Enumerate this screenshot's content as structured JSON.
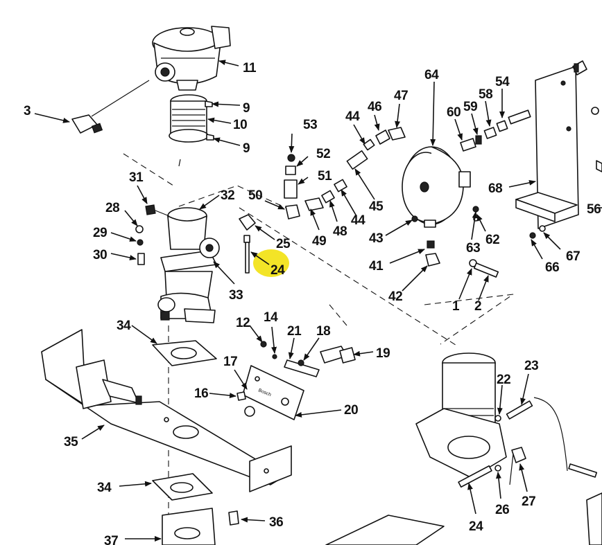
{
  "highlight_color": "#f2e10f",
  "ink_color": "#111111",
  "highlighted_callout": "24",
  "plate_inscription": "Bosch",
  "callouts": [
    {
      "id": "c11",
      "label": "11"
    },
    {
      "id": "c3",
      "label": "3"
    },
    {
      "id": "c9a",
      "label": "9"
    },
    {
      "id": "c10",
      "label": "10"
    },
    {
      "id": "c9b",
      "label": "9"
    },
    {
      "id": "c53",
      "label": "53"
    },
    {
      "id": "c52",
      "label": "52"
    },
    {
      "id": "c51",
      "label": "51"
    },
    {
      "id": "c50",
      "label": "50"
    },
    {
      "id": "c64",
      "label": "64"
    },
    {
      "id": "c44a",
      "label": "44"
    },
    {
      "id": "c46",
      "label": "46"
    },
    {
      "id": "c47",
      "label": "47"
    },
    {
      "id": "c60",
      "label": "60"
    },
    {
      "id": "c59",
      "label": "59"
    },
    {
      "id": "c58",
      "label": "58"
    },
    {
      "id": "c54",
      "label": "54"
    },
    {
      "id": "c68",
      "label": "68"
    },
    {
      "id": "c56",
      "label": "56"
    },
    {
      "id": "c31",
      "label": "31"
    },
    {
      "id": "c32",
      "label": "32"
    },
    {
      "id": "c28",
      "label": "28"
    },
    {
      "id": "c29",
      "label": "29"
    },
    {
      "id": "c30",
      "label": "30"
    },
    {
      "id": "c25",
      "label": "25"
    },
    {
      "id": "c24a",
      "label": "24"
    },
    {
      "id": "c33",
      "label": "33"
    },
    {
      "id": "c49",
      "label": "49"
    },
    {
      "id": "c48",
      "label": "48"
    },
    {
      "id": "c44b",
      "label": "44"
    },
    {
      "id": "c45",
      "label": "45"
    },
    {
      "id": "c43",
      "label": "43"
    },
    {
      "id": "c63",
      "label": "63"
    },
    {
      "id": "c62",
      "label": "62"
    },
    {
      "id": "c41",
      "label": "41"
    },
    {
      "id": "c42",
      "label": "42"
    },
    {
      "id": "c1",
      "label": "1"
    },
    {
      "id": "c2",
      "label": "2"
    },
    {
      "id": "c67",
      "label": "67"
    },
    {
      "id": "c66",
      "label": "66"
    },
    {
      "id": "c34a",
      "label": "34"
    },
    {
      "id": "c12",
      "label": "12"
    },
    {
      "id": "c14",
      "label": "14"
    },
    {
      "id": "c21",
      "label": "21"
    },
    {
      "id": "c18",
      "label": "18"
    },
    {
      "id": "c19",
      "label": "19"
    },
    {
      "id": "c17",
      "label": "17"
    },
    {
      "id": "c16",
      "label": "16"
    },
    {
      "id": "c20",
      "label": "20"
    },
    {
      "id": "c35",
      "label": "35"
    },
    {
      "id": "c34b",
      "label": "34"
    },
    {
      "id": "c36",
      "label": "36"
    },
    {
      "id": "c37",
      "label": "37"
    },
    {
      "id": "c23",
      "label": "23"
    },
    {
      "id": "c22",
      "label": "22"
    },
    {
      "id": "c26",
      "label": "26"
    },
    {
      "id": "c27",
      "label": "27"
    },
    {
      "id": "c24b",
      "label": "24"
    }
  ]
}
